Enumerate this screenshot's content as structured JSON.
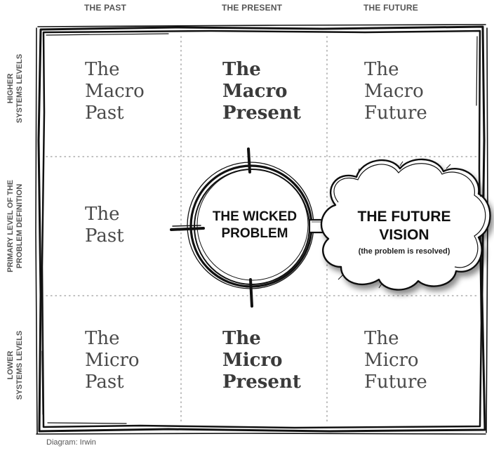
{
  "column_headers": {
    "past": "THE PAST",
    "present": "THE PRESENT",
    "future": "THE FUTURE"
  },
  "row_headers": {
    "higher": [
      "HIGHER",
      "SYSTEMS LEVELS"
    ],
    "primary": [
      "PRIMARY LEVEL OF THE",
      "PROBLEM DEFINITION"
    ],
    "lower": [
      "LOWER",
      "SYSTEMS LEVELS"
    ]
  },
  "cells": {
    "macro_past": [
      "The",
      "Macro",
      "Past"
    ],
    "macro_present": [
      "The",
      "Macro",
      "Present"
    ],
    "macro_future": [
      "The",
      "Macro",
      "Future"
    ],
    "past": [
      "The",
      "Past"
    ],
    "micro_past": [
      "The",
      "Micro",
      "Past"
    ],
    "micro_present": [
      "The",
      "Micro",
      "Present"
    ],
    "micro_future": [
      "The",
      "Micro",
      "Future"
    ]
  },
  "wicked_problem": [
    "THE WICKED",
    "PROBLEM"
  ],
  "future_vision": {
    "title": [
      "THE FUTURE",
      "VISION"
    ],
    "note": "(the problem is resolved)"
  },
  "credit": "Diagram: Irwin"
}
